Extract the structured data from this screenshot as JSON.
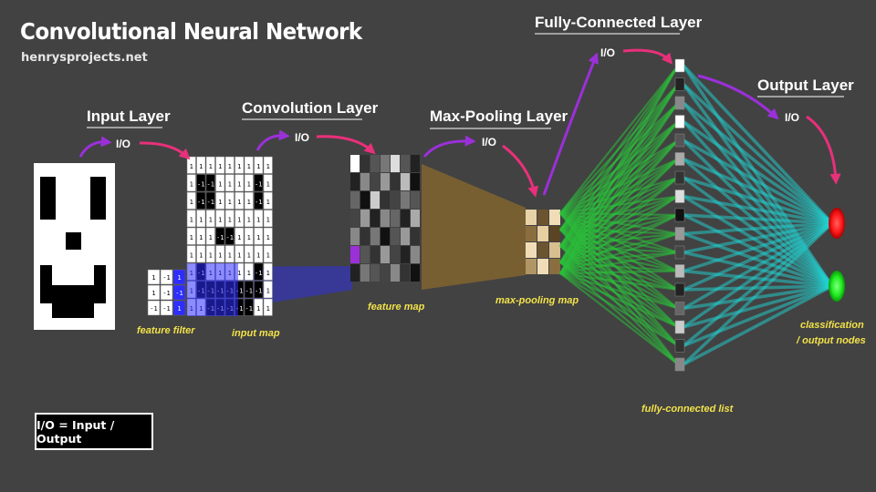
{
  "title": "Convolutional Neural Network",
  "subtitle": "henrysprojects.net",
  "legend_text": "I/O = Input / Output",
  "io_label": "I/O",
  "layers": {
    "input": "Input Layer",
    "convolution": "Convolution Layer",
    "max_pooling": "Max-Pooling Layer",
    "fully_connected": "Fully-Connected Layer",
    "output": "Output Layer"
  },
  "annotations": {
    "feature_filter": "feature filter",
    "input_map": "input map",
    "feature_map": "feature map",
    "max_pooling_map": "max-pooling map",
    "fully_connected_list": "fully-connected list",
    "classification_line1": "classification",
    "classification_line2": "/ output nodes"
  },
  "colors": {
    "background": "#424242",
    "io_arrow_purple": "#9b30d9",
    "io_arrow_pink": "#e8307a",
    "annotation_yellow": "#f2e24a",
    "filter_blue": "#2d2dff",
    "pooling_brown": "#8a6a2e",
    "fc_green": "#2bbf3a",
    "fc_cyan": "#22d4d4",
    "output_red": "#ff1a1a",
    "output_green": "#22ee22"
  },
  "input_image_icon": "smiley-face-pixel-icon",
  "input_map_rows": [
    [
      "1",
      "1",
      "1",
      "1",
      "1",
      "1",
      "1",
      "1",
      "1"
    ],
    [
      "1",
      "-1",
      "-1",
      "1",
      "1",
      "1",
      "1",
      "-1",
      "1"
    ],
    [
      "1",
      "-1",
      "-1",
      "1",
      "1",
      "1",
      "1",
      "-1",
      "1"
    ],
    [
      "1",
      "1",
      "1",
      "1",
      "1",
      "1",
      "1",
      "1",
      "1"
    ],
    [
      "1",
      "1",
      "1",
      "-1",
      "-1",
      "1",
      "1",
      "1",
      "1"
    ],
    [
      "1",
      "1",
      "1",
      "1",
      "1",
      "1",
      "1",
      "1",
      "1"
    ],
    [
      "1",
      "-1",
      "1",
      "1",
      "1",
      "1",
      "1",
      "-1",
      "1"
    ],
    [
      "1",
      "-1",
      "-1",
      "-1",
      "-1",
      "-1",
      "-1",
      "-1",
      "1"
    ],
    [
      "1",
      "1",
      "-1",
      "-1",
      "-1",
      "-1",
      "-1",
      "1",
      "1"
    ]
  ],
  "filter_rows": [
    [
      "1",
      "-1",
      "1"
    ],
    [
      "1",
      "-1",
      "-1"
    ],
    [
      "-1",
      "-1",
      "1"
    ]
  ]
}
